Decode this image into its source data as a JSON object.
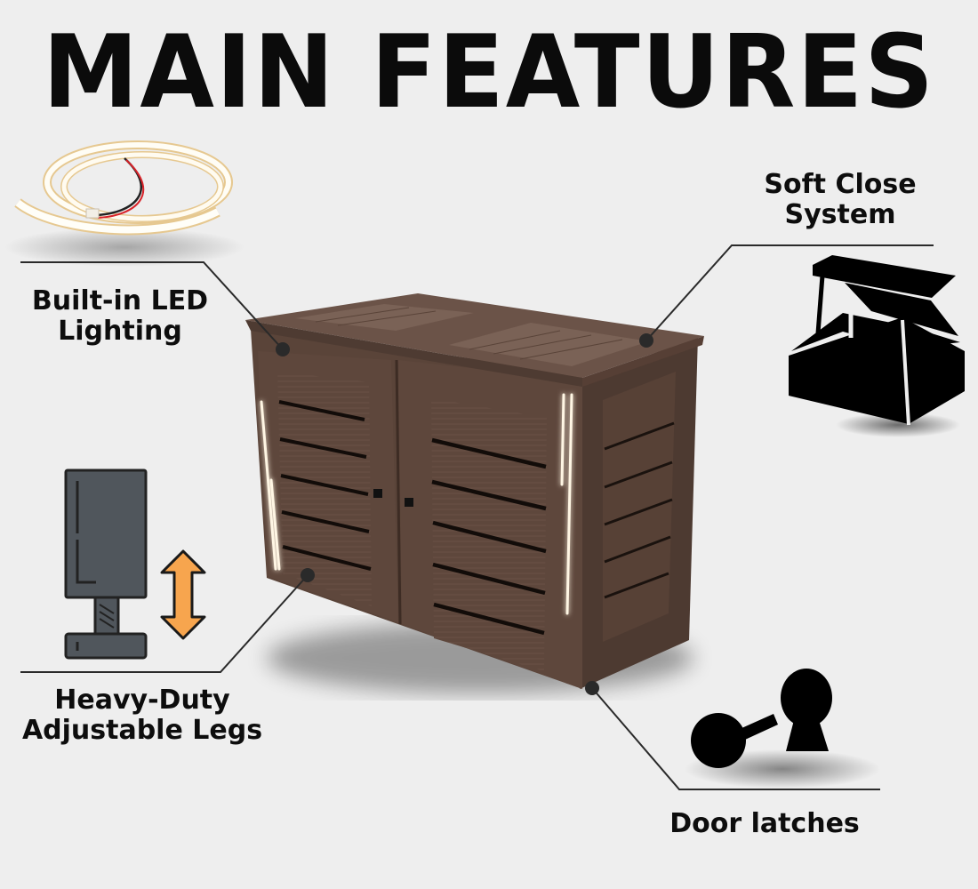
{
  "title": "MAIN FEATURES",
  "features": [
    {
      "id": "led",
      "line1": "Built-in LED",
      "line2": "Lighting",
      "icon": "led-strip-icon"
    },
    {
      "id": "soft_close",
      "line1": "Soft Close",
      "line2": "System",
      "icon": "open-box-icon"
    },
    {
      "id": "legs",
      "line1": "Heavy-Duty",
      "line2": "Adjustable Legs",
      "icon": "adjustable-leg-icon"
    },
    {
      "id": "latches",
      "line1": "Door latches",
      "line2": "",
      "icon": "door-latch-icon"
    }
  ],
  "colors": {
    "background": "#eeeeee",
    "cabinet": "#5e473c",
    "cabinet_dark": "#4a372e",
    "cabinet_top": "#6b5348",
    "led_glow": "#fff3dc",
    "leg_gray": "#50565c",
    "arrow_orange": "#f7a54e",
    "callout_line": "#2a2a2a"
  },
  "product": {
    "name": "storage-cabinet",
    "doors": 2
  }
}
